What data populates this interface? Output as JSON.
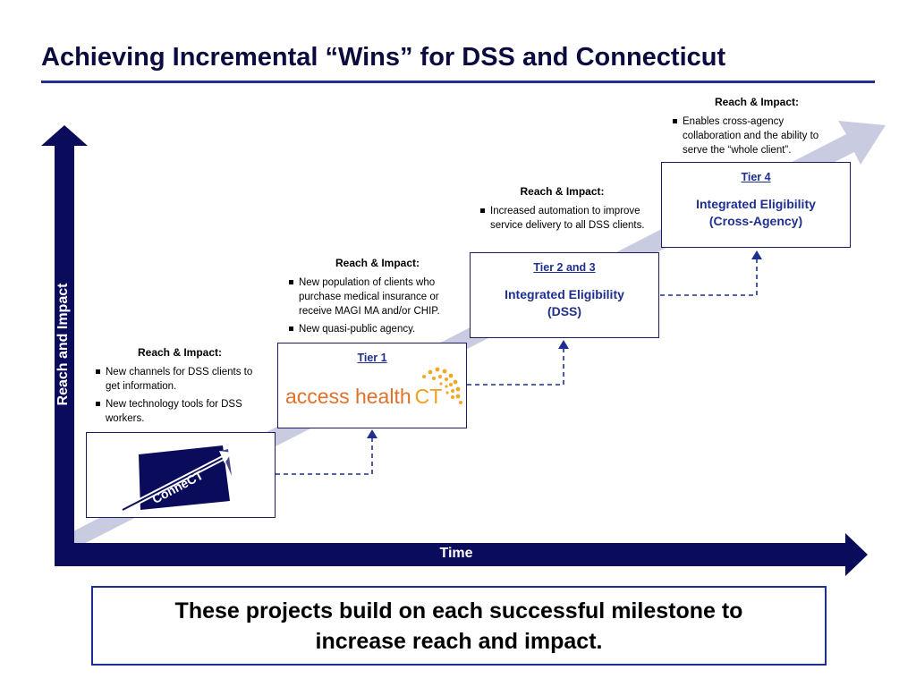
{
  "title": "Achieving Incremental “Wins” for DSS and Connecticut",
  "axes": {
    "y_label": "Reach and Impact",
    "x_label": "Time"
  },
  "stages": [
    {
      "id": "connect",
      "tier_label": "",
      "name": "",
      "logo_text": "ConneCT",
      "reach_heading": "Reach & Impact:",
      "bullets": [
        "New channels for DSS clients to get information.",
        "New technology tools for DSS workers."
      ]
    },
    {
      "id": "tier1",
      "tier_label": "Tier 1",
      "logo_text_main": "access health",
      "logo_text_ct": "CT",
      "reach_heading": "Reach & Impact:",
      "bullets": [
        "New population of clients who purchase medical insurance or receive MAGI MA and/or CHIP.",
        "New quasi-public agency."
      ]
    },
    {
      "id": "tier23",
      "tier_label": "Tier 2 and 3",
      "name": "Integrated Eligibility (DSS)",
      "reach_heading": "Reach & Impact:",
      "bullets": [
        "Increased automation to improve service delivery to all DSS clients."
      ]
    },
    {
      "id": "tier4",
      "tier_label": "Tier 4",
      "name": "Integrated Eligibility (Cross-Agency)",
      "reach_heading": "Reach & Impact:",
      "bullets": [
        "Enables cross-agency collaboration and the ability to serve the “whole client”."
      ]
    }
  ],
  "summary": "These projects build on each successful milestone to increase reach and impact.",
  "colors": {
    "navy": "#0b0b5c",
    "accent": "#1f2f8f",
    "diagonal": "#c9cbe0",
    "dash": "#1f2f8f"
  }
}
